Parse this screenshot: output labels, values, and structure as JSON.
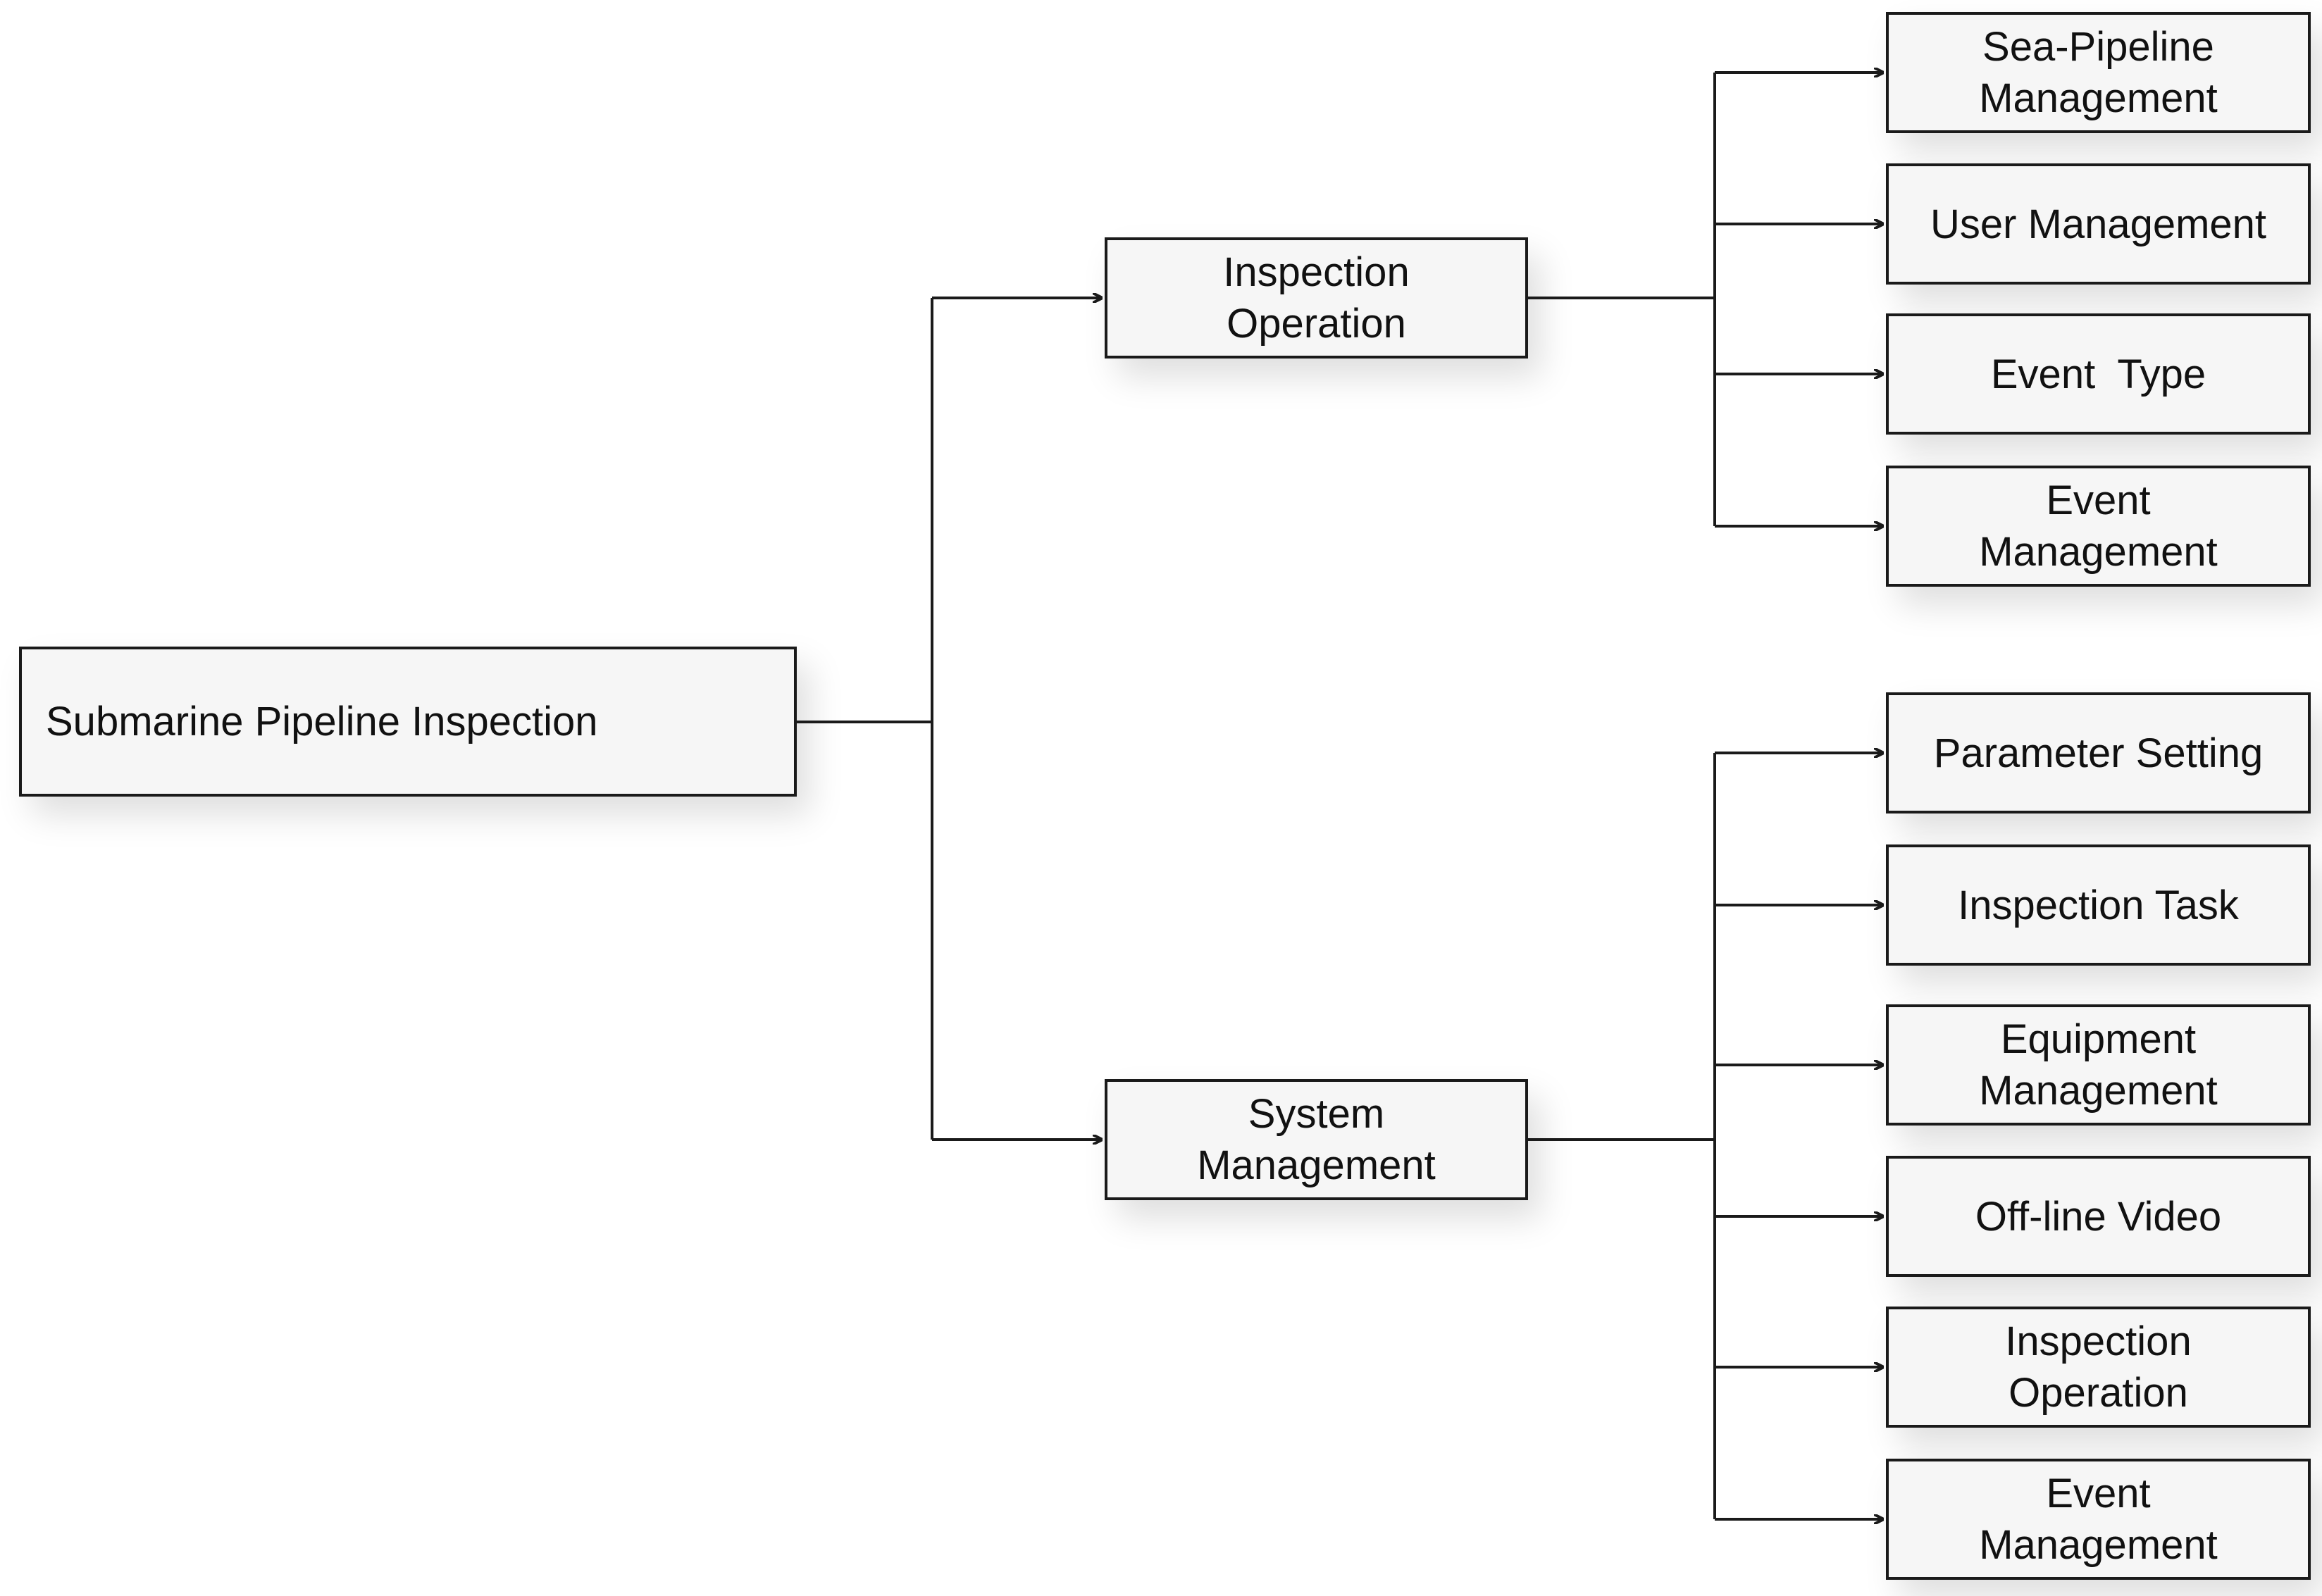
{
  "diagram": {
    "root": {
      "label": "Submarine Pipeline Inspection"
    },
    "branches": [
      {
        "label": "Inspection\nOperation",
        "children": [
          "Sea-Pipeline\nManagement",
          "User Management",
          "Event  Type",
          "Event\nManagement"
        ]
      },
      {
        "label": "System\nManagement",
        "children": [
          "Parameter Setting",
          "Inspection Task",
          "Equipment\nManagement",
          "Off-line Video",
          "Inspection\nOperation",
          "Event\nManagement"
        ]
      }
    ],
    "colors": {
      "border": "#1a1a1a",
      "box_fill": "#f6f6f6",
      "text": "#111111",
      "connector": "#1a1a1a"
    }
  }
}
